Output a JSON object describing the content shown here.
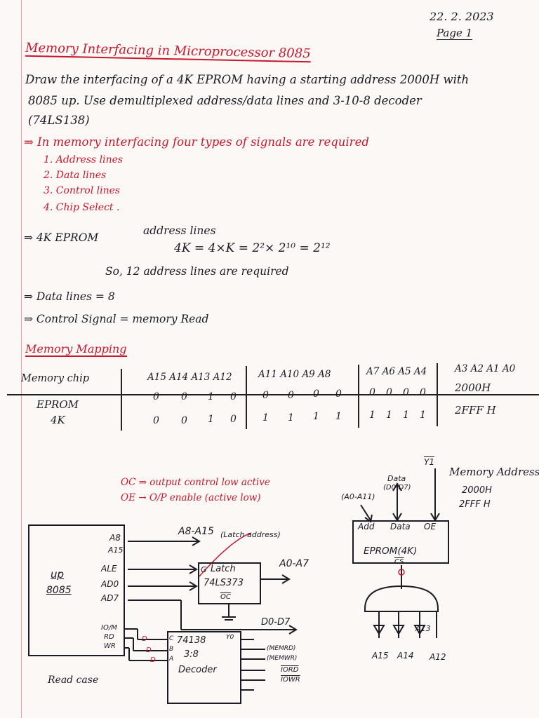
{
  "header": {
    "date": "22. 2. 2023",
    "page": "Page 1"
  },
  "title": "Memory Interfacing in Microprocessor 8085",
  "problem": {
    "line1": "Draw the interfacing of a 4K EPROM having a starting address 2000H with",
    "line2": "8085 up. Use demultiplexed address/data lines and 3-10-8 decoder",
    "line3": "(74LS138)"
  },
  "signals": {
    "intro": "⇒ In memory interfacing four types of signals are required",
    "items": [
      "1. Address lines",
      "2. Data lines",
      "3. Control lines",
      "4. Chip Select ."
    ]
  },
  "calc": {
    "line1_a": "⇒ 4K EPROM",
    "line1_b": "address lines",
    "line2": "4K = 4×K = 2²× 2¹⁰ = 2¹²",
    "line3": "So, 12 address lines are required",
    "data_lines": "⇒ Data lines = 8",
    "control": "⇒ Control Signal = memory Read"
  },
  "mapping": {
    "heading": "Memory Mapping",
    "headers": [
      "Memory chip",
      "A15 A14 A13 A12",
      "A11 A10 A9 A8",
      "A7 A6 A5 A4",
      "A3 A2 A1 A0"
    ],
    "chip_line1": "EPROM",
    "chip_line2": "4K",
    "row1": [
      "0",
      "0",
      "1",
      "0",
      "0",
      "0",
      "0",
      "0",
      "0",
      "0",
      "0",
      "0"
    ],
    "row2": [
      "0",
      "0",
      "1",
      "0",
      "1",
      "1",
      "1",
      "1",
      "1",
      "1",
      "1",
      "1"
    ],
    "addr1": "2000H",
    "addr2": "2FFF H"
  },
  "notes": {
    "oc": "OC ⇒ output control low active",
    "oe": "OE → O/P enable (active low)"
  },
  "diagram": {
    "up_label1": "up",
    "up_label2": "8085",
    "pins": [
      "A8",
      "A15",
      "ALE",
      "AD0",
      "AD7",
      "IO/M",
      "RD",
      "WR"
    ],
    "bus_a8_a15": "A8-A15",
    "latch_addr": "(Latch address)",
    "latch_g": "G",
    "latch_title": "Latch",
    "latch_chip": "74LS373",
    "latch_oc": "OC",
    "a0_a7": "A0-A7",
    "d0_d7": "D0-D7",
    "decoder_chip": "74138",
    "decoder_ratio": "3:8",
    "decoder_title": "Decoder",
    "decoder_inputs": [
      "C",
      "B",
      "A"
    ],
    "decoder_pins": [
      "D",
      "D",
      "D"
    ],
    "decoder_out_y0": "Y0",
    "decoder_outputs": [
      "(MEMRD)",
      "(MEMWR)",
      "IORD",
      "IOWR"
    ],
    "read_case": "Read case",
    "eprom_title": "EPROM(4K)",
    "eprom_add": "Add",
    "eprom_data": "Data",
    "eprom_oe": "OE",
    "eprom_cs": "CS",
    "addr_in": "(A0-A11)",
    "data_in": "Data",
    "data_in_sub": "(D0-D7)",
    "y1": "Y1",
    "mem_addr_label": "Memory Address",
    "mem_addr_start": "2000H",
    "mem_addr_end": "2FFF H",
    "gate_inputs": [
      "A15",
      "A14",
      "A13",
      "A12"
    ]
  },
  "colors": {
    "ink": "#1b1b24",
    "red_ink": "#c8182c",
    "paper": "#fbf8f6",
    "margin": "#e9a3a3"
  }
}
